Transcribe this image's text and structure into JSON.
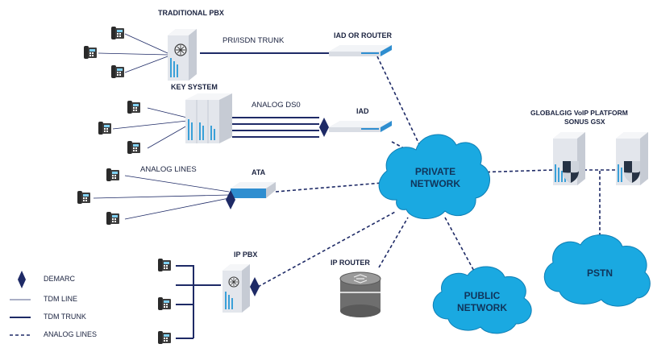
{
  "labels": {
    "traditional_pbx": "TRADITIONAL PBX",
    "pri_isdn_trunk": "PRI/ISDN TRUNK",
    "iad_or_router": "IAD OR ROUTER",
    "key_system": "KEY SYSTEM",
    "analog_ds0": "ANALOG DS0",
    "iad": "IAD",
    "analog_lines": "ANALOG LINES",
    "ata": "ATA",
    "ip_pbx": "IP PBX",
    "ip_router": "IP ROUTER",
    "globalgig_platform": "GLOBALGIG VoIP PLATFORM",
    "sonus_gsx": "SONUS GSX"
  },
  "clouds": {
    "private_line1": "PRIVATE",
    "private_line2": "NETWORK",
    "public_line1": "PUBLIC",
    "public_line2": "NETWORK",
    "pstn": "PSTN"
  },
  "legend": {
    "demarc": "DEMARC",
    "tdm_line": "TDM LINE",
    "tdm_trunk": "TDM TRUNK",
    "analog_lines": "ANALOG LINES"
  },
  "colors": {
    "navy": "#1e2a66",
    "cloud": "#1aa9e1",
    "device_light": "#e8ebf0",
    "device_stripe": "#3aa0d8"
  }
}
